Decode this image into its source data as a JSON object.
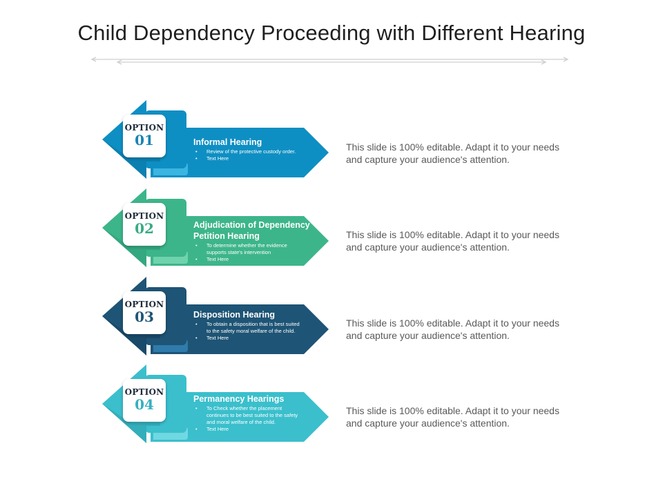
{
  "title": "Child Dependency Proceeding with Different Hearing",
  "options": [
    {
      "label": "OPTION",
      "number": "01",
      "heading": "Informal Hearing",
      "bullets": [
        "Review of the protective custody order.",
        "Text Here"
      ],
      "description": "This slide is 100% editable. Adapt it to your needs and capture your audience's attention.",
      "colors": {
        "main": "#0e8fc3",
        "dark": "#0a6e9b",
        "light": "#3bb5e1",
        "number": "#1883b3"
      }
    },
    {
      "label": "OPTION",
      "number": "02",
      "heading": "Adjudication of Dependency Petition Hearing",
      "bullets": [
        "To determine whether the evidence supports state's intervention",
        "Text Here"
      ],
      "description": "This slide is 100% editable. Adapt it to your needs and capture your audience's attention.",
      "colors": {
        "main": "#3db58a",
        "dark": "#2a9a73",
        "light": "#6fd3ad",
        "number": "#3aaa85"
      }
    },
    {
      "label": "OPTION",
      "number": "03",
      "heading": "Disposition Hearing",
      "bullets": [
        "To obtain a disposition that is best suited to the safety moral welfare of the child.",
        "Text Here"
      ],
      "description": "This slide is 100% editable. Adapt it to your needs and capture your audience's attention.",
      "colors": {
        "main": "#1e5475",
        "dark": "#153f5a",
        "light": "#2f7bab",
        "number": "#1e5475"
      }
    },
    {
      "label": "OPTION",
      "number": "04",
      "heading": "Permanency Hearings",
      "bullets": [
        "To Check whether the placement continues to be best suited to the safety and moral welfare of the child.",
        "Text Here"
      ],
      "description": "This slide is 100% editable. Adapt it to your needs and capture your audience's attention.",
      "colors": {
        "main": "#3bbfcc",
        "dark": "#2a9aa6",
        "light": "#6fd8e2",
        "number": "#36b0be"
      }
    }
  ]
}
